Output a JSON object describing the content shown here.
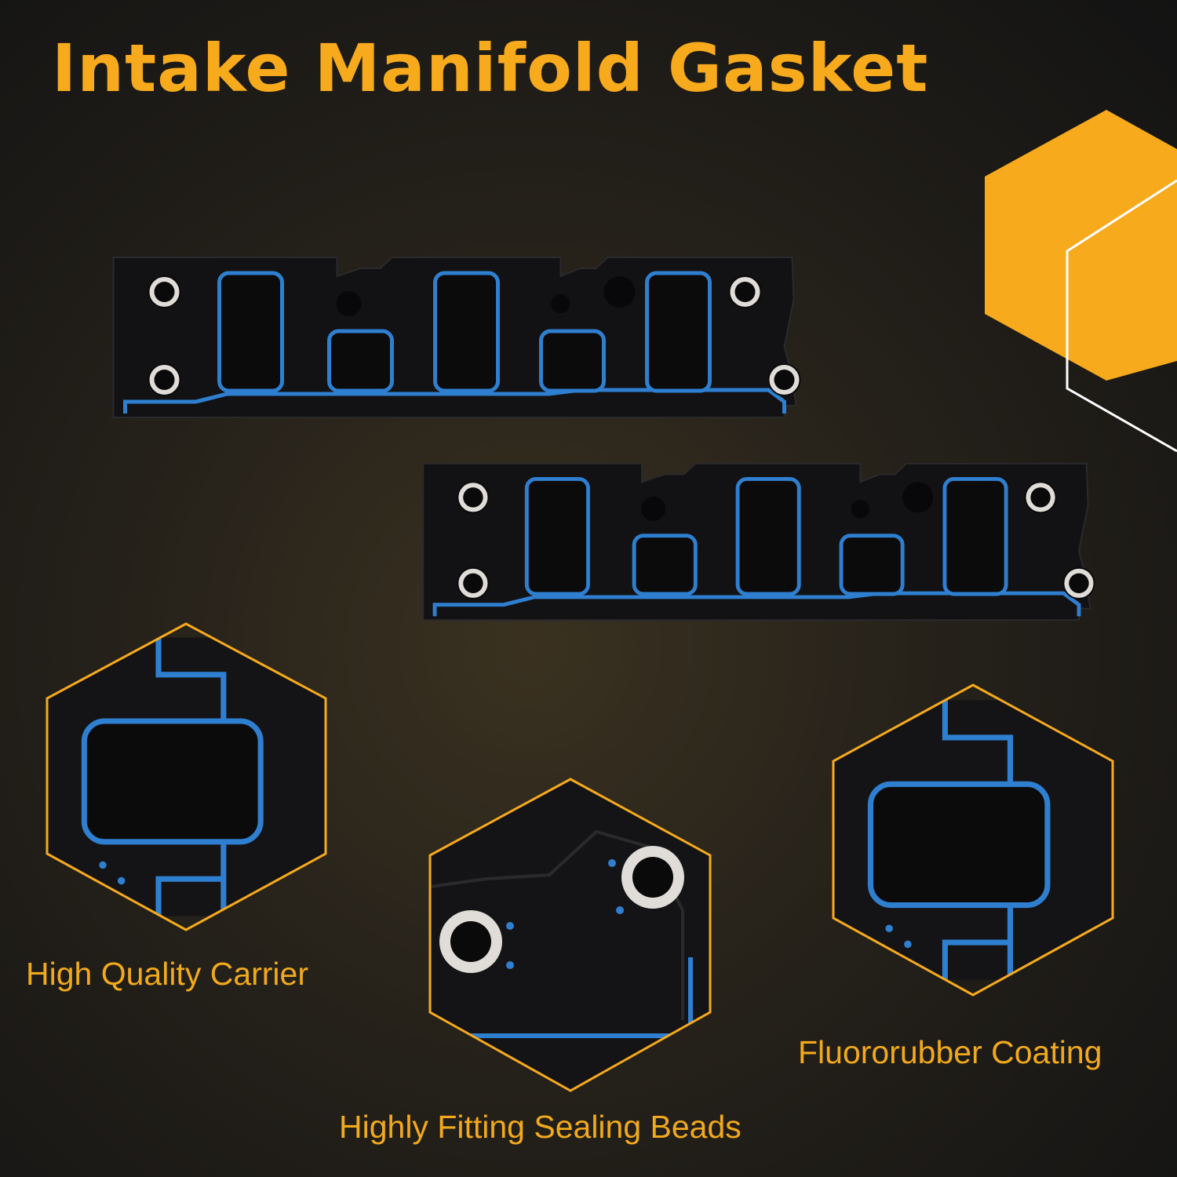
{
  "title": "Intake Manifold Gasket",
  "accent_color": "#f7aa1c",
  "gasket_bead_color": "#2f7fd0",
  "gasket_count": 2,
  "features": [
    {
      "label": "High Quality Carrier"
    },
    {
      "label": "Highly Fitting Sealing Beads"
    },
    {
      "label": "Fluororubber Coating"
    }
  ],
  "decorations": [
    "hexagon-icon",
    "hexagon-outline-icon"
  ]
}
